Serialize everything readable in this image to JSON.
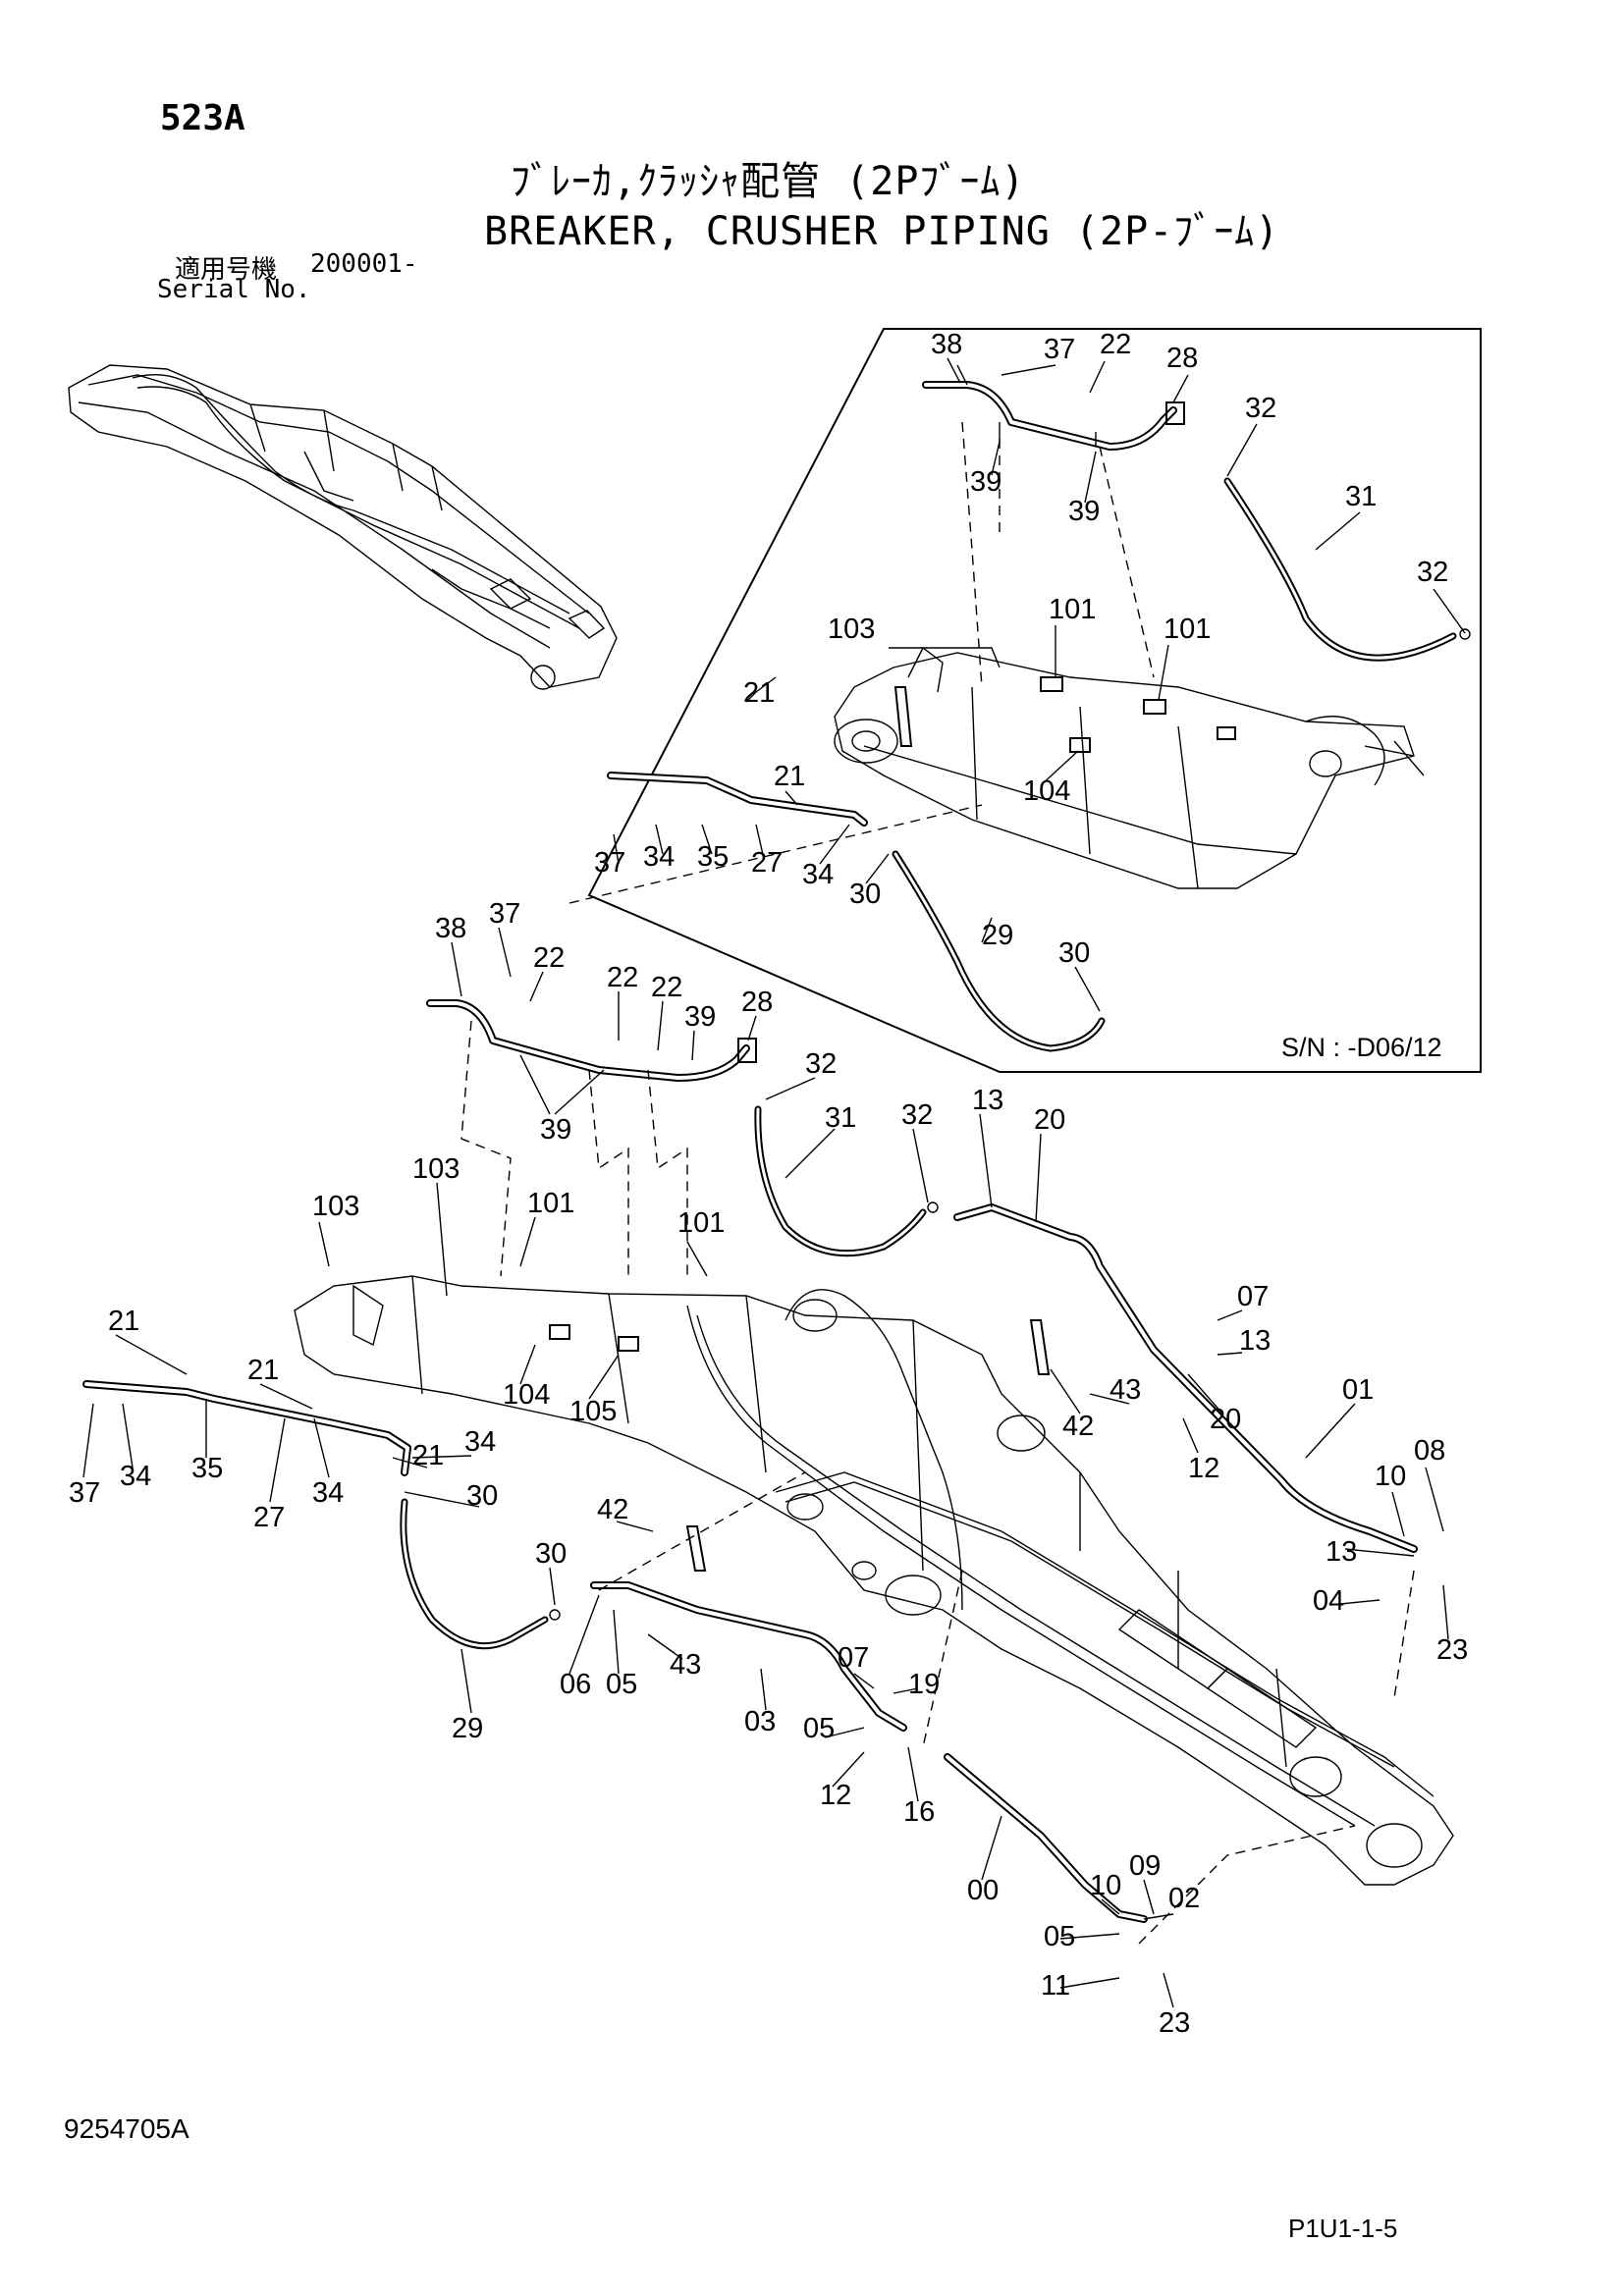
{
  "header": {
    "page_number": "523A",
    "title_jp": "ﾌﾞﾚｰｶ,ｸﾗｯｼｬ配管 (2Pﾌﾞｰﾑ)",
    "title_en": "BREAKER, CRUSHER PIPING (2P-ﾌﾞｰﾑ)",
    "serial_label_jp": "適用号機",
    "serial_value": "200001-",
    "serial_label_en": "Serial No."
  },
  "inset": {
    "serial_range": "S/N : -D06/12",
    "callouts": [
      "38",
      "37",
      "22",
      "28",
      "32",
      "31",
      "39",
      "39",
      "32",
      "103",
      "101",
      "101",
      "21",
      "21",
      "104",
      "37",
      "34",
      "35",
      "27",
      "34",
      "30",
      "29",
      "30"
    ]
  },
  "main": {
    "callouts": [
      "38",
      "37",
      "22",
      "22",
      "22",
      "39",
      "28",
      "32",
      "39",
      "31",
      "32",
      "13",
      "20",
      "103",
      "101",
      "103",
      "101",
      "07",
      "21",
      "21",
      "104",
      "105",
      "13",
      "43",
      "42",
      "20",
      "01",
      "21",
      "34",
      "12",
      "37",
      "34",
      "35",
      "27",
      "34",
      "30",
      "42",
      "08",
      "10",
      "13",
      "30",
      "04",
      "23",
      "06",
      "05",
      "43",
      "07",
      "19",
      "03",
      "05",
      "12",
      "16",
      "29",
      "09",
      "10",
      "02",
      "00",
      "05",
      "11",
      "23"
    ]
  },
  "footer": {
    "document_number": "9254705A",
    "page_code": "P1U1-1-5"
  }
}
